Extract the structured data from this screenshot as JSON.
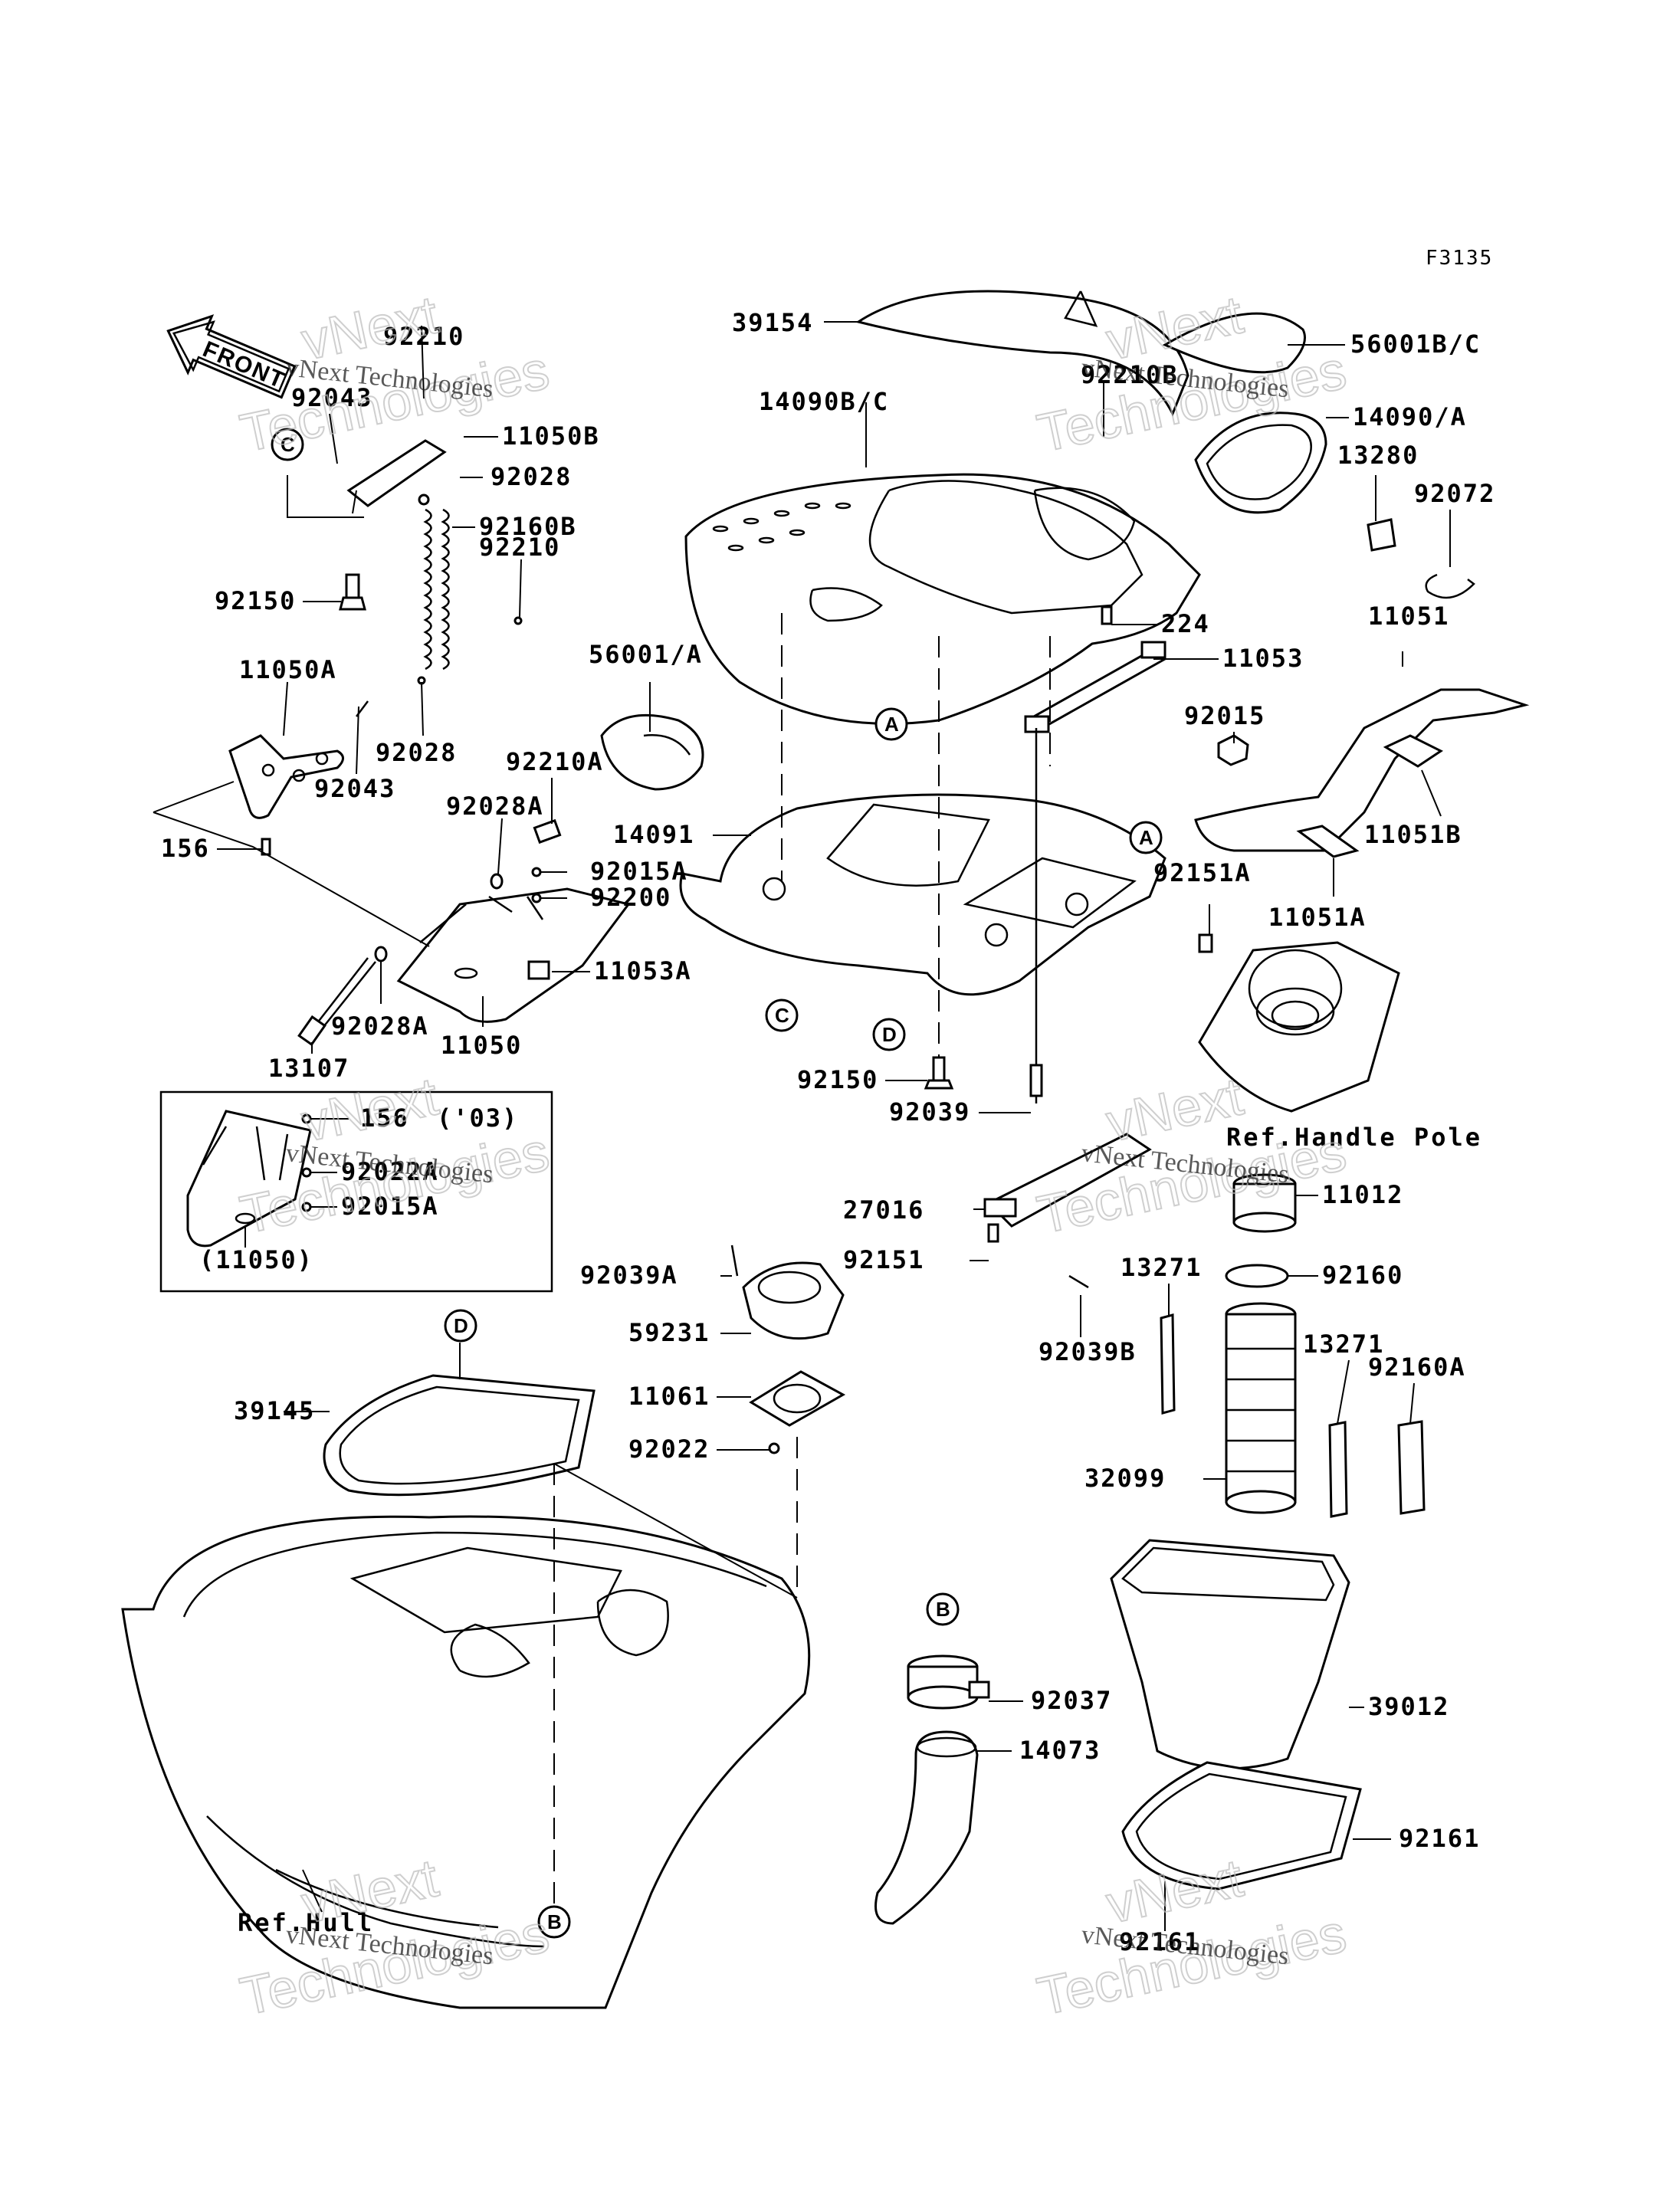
{
  "figure_code": "F3135",
  "front_arrow_label": "FRONT",
  "watermark": {
    "brand": "vNext Technologies",
    "word1": "vNext",
    "word2": "Technologies"
  },
  "inset_year": "('03)",
  "inset_caption": "(11050)",
  "refs": {
    "handle_pole": "Ref.Handle Pole",
    "hull": "Ref.Hull"
  },
  "callouts": [
    "A",
    "B",
    "C",
    "D"
  ],
  "parts": {
    "p39154": "39154",
    "p56001BC": "56001B/C",
    "p92210B": "92210B",
    "p14090BC": "14090B/C",
    "p14090A": "14090/A",
    "p13280": "13280",
    "p92072": "92072",
    "p224": "224",
    "p11051": "11051",
    "p11053": "11053",
    "p92015": "92015",
    "p11051B": "11051B",
    "p92151A": "92151A",
    "p11051A": "11051A",
    "p56001A": "56001/A",
    "p14091": "14091",
    "p92150_mid": "92150",
    "p92039": "92039",
    "p27016": "27016",
    "p11012": "11012",
    "p92151": "92151",
    "p92039A": "92039A",
    "p59231": "59231",
    "p11061": "11061",
    "p92022": "92022",
    "p13271_a": "13271",
    "p13271_b": "13271",
    "p92160": "92160",
    "p92160A": "92160A",
    "p92039B": "92039B",
    "p32099": "32099",
    "p39145": "39145",
    "p92037": "92037",
    "p14073": "14073",
    "p39012": "39012",
    "p92161_a": "92161",
    "p92161_b": "92161",
    "p92210_top": "92210",
    "p92043_top": "92043",
    "p11050B": "11050B",
    "p92028_top": "92028",
    "p92160B": "92160B",
    "p92210_mid": "92210",
    "p92150_left": "92150",
    "p11050A": "11050A",
    "p92043_mid": "92043",
    "p92028_mid": "92028",
    "p92210A": "92210A",
    "p92028A_top": "92028A",
    "p156": "156",
    "p92015A": "92015A",
    "p92200": "92200",
    "p11053A": "11053A",
    "p92028A_bot": "92028A",
    "p11050": "11050",
    "p13107": "13107",
    "p156_inset": "156",
    "p92022A_inset": "92022A",
    "p92015A_inset": "92015A"
  }
}
